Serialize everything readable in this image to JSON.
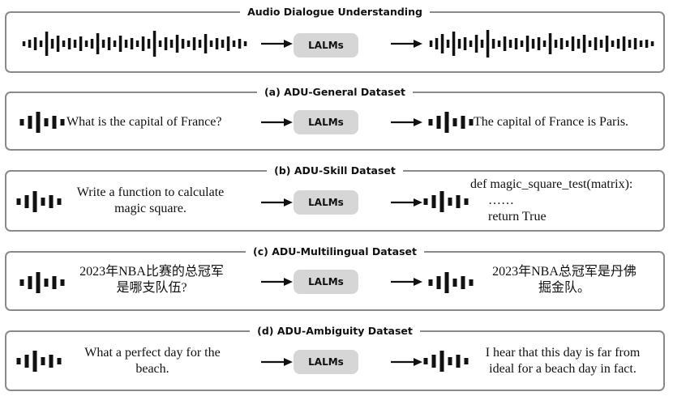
{
  "panels": [
    {
      "title": "Audio Dialogue Understanding",
      "model": "LALMs"
    },
    {
      "title": "(a) ADU-General Dataset",
      "model": "LALMs",
      "input": "What is the capital of France?",
      "output": "The capital of France is Paris."
    },
    {
      "title": "(b) ADU-Skill Dataset",
      "model": "LALMs",
      "input_lines": [
        "Write a function to calculate",
        "magic square."
      ],
      "output_lines": [
        "def magic_square_test(matrix):",
        "……",
        "return True"
      ]
    },
    {
      "title": "(c) ADU-Multilingual Dataset",
      "model": "LALMs",
      "input_lines": [
        "2023年NBA比赛的总冠军",
        "是哪支队伍?"
      ],
      "output_lines": [
        "2023年NBA总冠军是丹佛",
        "掘金队。"
      ]
    },
    {
      "title": "(d) ADU-Ambiguity Dataset",
      "model": "LALMs",
      "input_lines": [
        "What a perfect day for the",
        "beach."
      ],
      "output_lines": [
        "I hear that this day is far from",
        "ideal for a beach day in fact."
      ]
    }
  ],
  "colors": {
    "border": "#8a8a8a",
    "model_fill": "#d6d6d6",
    "ink": "#111111"
  },
  "icons": [
    "waveform-icon",
    "arrow-right-icon"
  ]
}
